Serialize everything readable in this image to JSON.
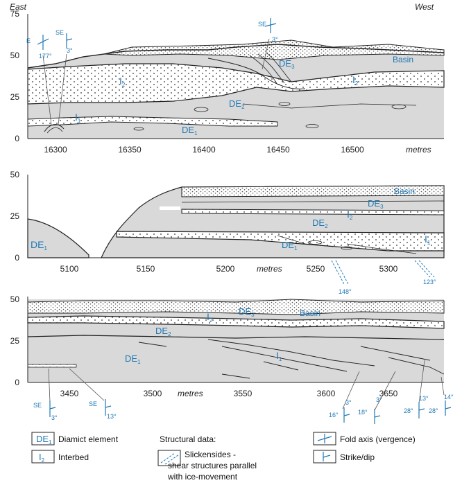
{
  "header": {
    "left": "East",
    "right": "West"
  },
  "units": "metres",
  "panels": [
    {
      "id": "upper",
      "y_ticks": [
        "75",
        "50",
        "25",
        "0"
      ],
      "x_ticks": [
        "16300",
        "16350",
        "16400",
        "16450",
        "16500"
      ],
      "unit_label": "metres",
      "elements": [
        {
          "base": "DE",
          "sub": "3"
        },
        {
          "base": "DE",
          "sub": "2"
        },
        {
          "base": "DE",
          "sub": "1"
        },
        {
          "base": "I",
          "sub": "2"
        },
        {
          "base": "I",
          "sub": "2"
        },
        {
          "base": "I",
          "sub": "1"
        }
      ],
      "basin": "Basin",
      "structures": [
        {
          "dir": "E",
          "angle": "177°"
        },
        {
          "dir": "SE",
          "angle": "3°"
        },
        {
          "dir": "SE",
          "angle": "3°"
        }
      ]
    },
    {
      "id": "middle",
      "y_ticks": [
        "50",
        "25",
        "0"
      ],
      "x_ticks": [
        "5100",
        "5150",
        "5200",
        "5250",
        "5300"
      ],
      "unit_label": "metres",
      "elements": [
        {
          "base": "DE",
          "sub": "1"
        },
        {
          "base": "DE",
          "sub": "3"
        },
        {
          "base": "DE",
          "sub": "2"
        },
        {
          "base": "DE",
          "sub": "1"
        },
        {
          "base": "I",
          "sub": "2"
        },
        {
          "base": "I",
          "sub": "1"
        }
      ],
      "basin": "Basin",
      "structures": [
        {
          "angle": "148°"
        },
        {
          "angle": "123°"
        }
      ]
    },
    {
      "id": "lower",
      "y_ticks": [
        "50",
        "25",
        "0"
      ],
      "x_ticks": [
        "3450",
        "3500",
        "3550",
        "3600",
        "3650"
      ],
      "unit_label": "metres",
      "elements": [
        {
          "base": "DE",
          "sub": "3"
        },
        {
          "base": "DE",
          "sub": "2"
        },
        {
          "base": "DE",
          "sub": "1"
        },
        {
          "base": "I",
          "sub": "2"
        },
        {
          "base": "I",
          "sub": "1"
        }
      ],
      "basin": "Basin",
      "structures": [
        {
          "dir": "SE",
          "angle": "3°"
        },
        {
          "dir": "SE",
          "angle": "13°"
        },
        {
          "angle": "16°"
        },
        {
          "angle": "3°"
        },
        {
          "angle": "18°"
        },
        {
          "angle": "3°"
        },
        {
          "angle": "28°"
        },
        {
          "angle": "13°"
        },
        {
          "angle": "28°"
        },
        {
          "angle": "14°"
        }
      ]
    }
  ],
  "legend": {
    "de_base": "DE",
    "de_sub": "1",
    "de_text": "Diamict element",
    "i_base": "I",
    "i_sub": "2",
    "i_text": "Interbed",
    "structural_title": "Structural data:",
    "slick_line1": "Slickensides -",
    "slick_line2": "shear structures parallel",
    "slick_line3": "with ice-movement",
    "fold_text": "Fold axis (vergence)",
    "strike_text": "Strike/dip"
  },
  "colors": {
    "fill_grey": "#d9d9d9",
    "label_blue": "#1f78b4"
  }
}
